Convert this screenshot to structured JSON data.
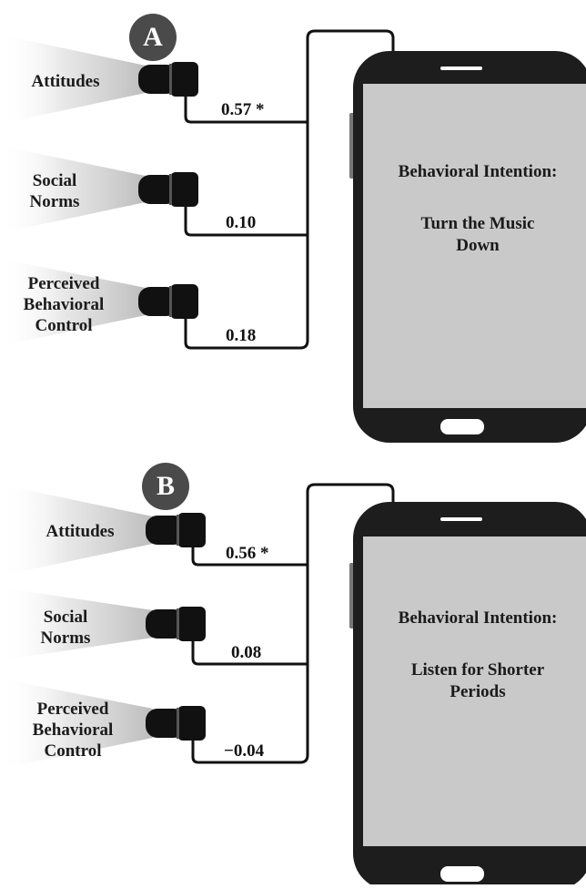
{
  "panels": [
    {
      "badge": "A",
      "predictors": [
        {
          "label": "Attitudes",
          "coefficient": "0.57 *"
        },
        {
          "label": "Social Norms",
          "coefficient": "0.10"
        },
        {
          "label": "Perceived Behavioral Control",
          "coefficient": "0.18"
        }
      ],
      "outcome": {
        "heading": "Behavioral Intention:",
        "text": "Turn the Music Down"
      }
    },
    {
      "badge": "B",
      "predictors": [
        {
          "label": "Attitudes",
          "coefficient": "0.56 *"
        },
        {
          "label": "Social Norms",
          "coefficient": "0.08"
        },
        {
          "label": "Perceived Behavioral Control",
          "coefficient": "−0.04"
        }
      ],
      "outcome": {
        "heading": "Behavioral Intention:",
        "text": "Listen for Shorter Periods"
      }
    }
  ],
  "colors": {
    "phone_body": "#1d1d1d",
    "screen": "#c9c9c9",
    "badge": "#4a4a4a",
    "text": "#1b1b1b"
  }
}
